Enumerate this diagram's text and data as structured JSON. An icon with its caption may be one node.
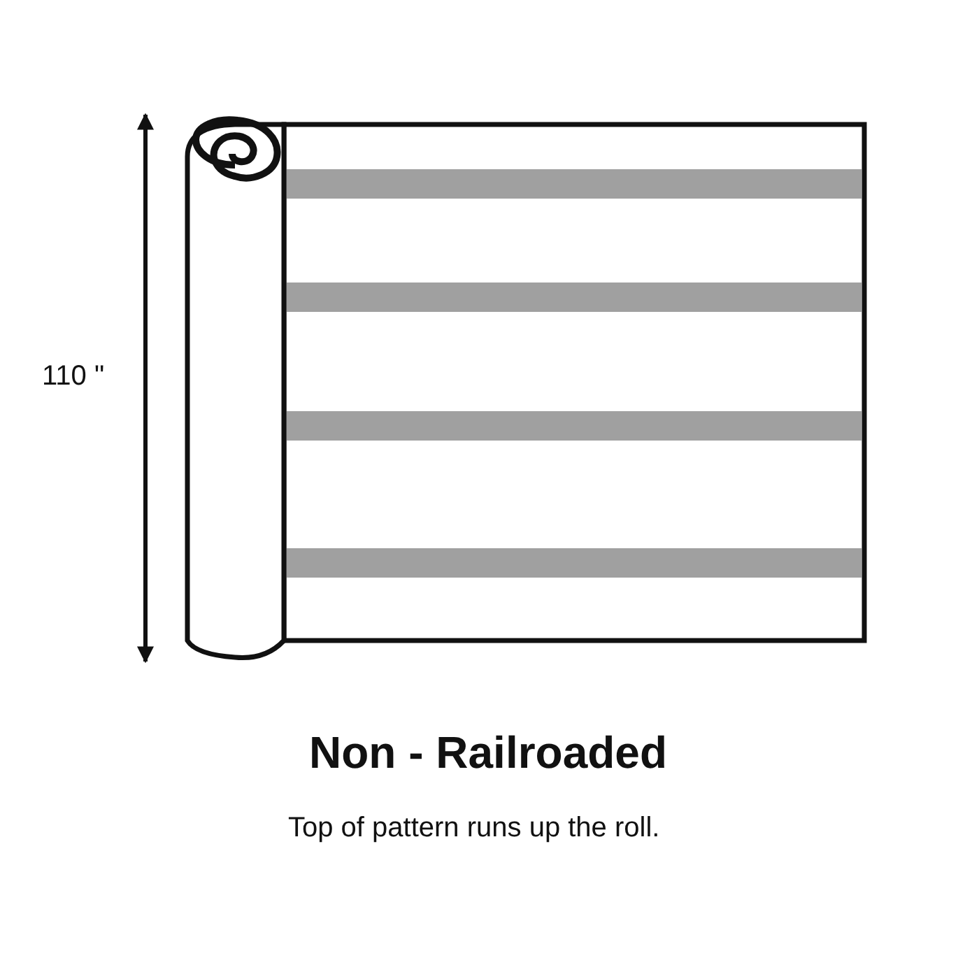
{
  "diagram": {
    "title": "Non - Railroaded",
    "caption": "Top of pattern runs up the roll.",
    "labels": [
      "110 \""
    ]
  }
}
